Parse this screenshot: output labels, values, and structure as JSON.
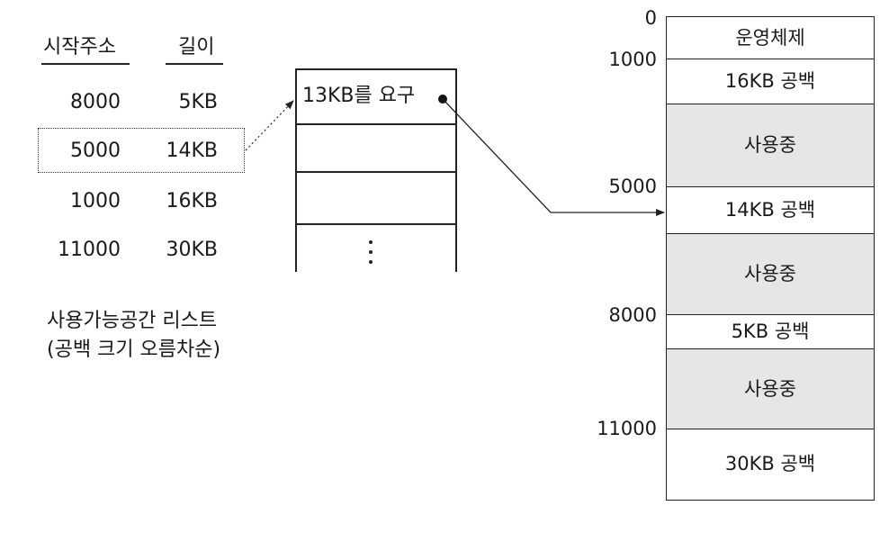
{
  "free_list": {
    "header": {
      "start_address": "시작주소",
      "length": "길이"
    },
    "rows": [
      {
        "start": "8000",
        "size": "5KB"
      },
      {
        "start": "5000",
        "size": "14KB"
      },
      {
        "start": "1000",
        "size": "16KB"
      },
      {
        "start": "11000",
        "size": "30KB"
      }
    ],
    "caption_line1": "사용가능공간 리스트",
    "caption_line2": "(공백 크기 오름차순)"
  },
  "request_queue": {
    "request_label": "13KB를 요구",
    "ellipsis": "⋮"
  },
  "memory_map": {
    "addresses": [
      "0",
      "1000",
      "5000",
      "8000",
      "11000"
    ],
    "blocks": [
      {
        "label": "운영체제",
        "kind": "os"
      },
      {
        "label": "16KB 공백",
        "kind": "free"
      },
      {
        "label": "사용중",
        "kind": "used"
      },
      {
        "label": "14KB 공백",
        "kind": "free"
      },
      {
        "label": "사용중",
        "kind": "used"
      },
      {
        "label": "5KB 공백",
        "kind": "free"
      },
      {
        "label": "사용중",
        "kind": "used"
      },
      {
        "label": "30KB 공백",
        "kind": "free"
      }
    ]
  },
  "colors": {
    "line": "#222222",
    "used_fill": "#e6e6e6",
    "background": "#ffffff"
  }
}
